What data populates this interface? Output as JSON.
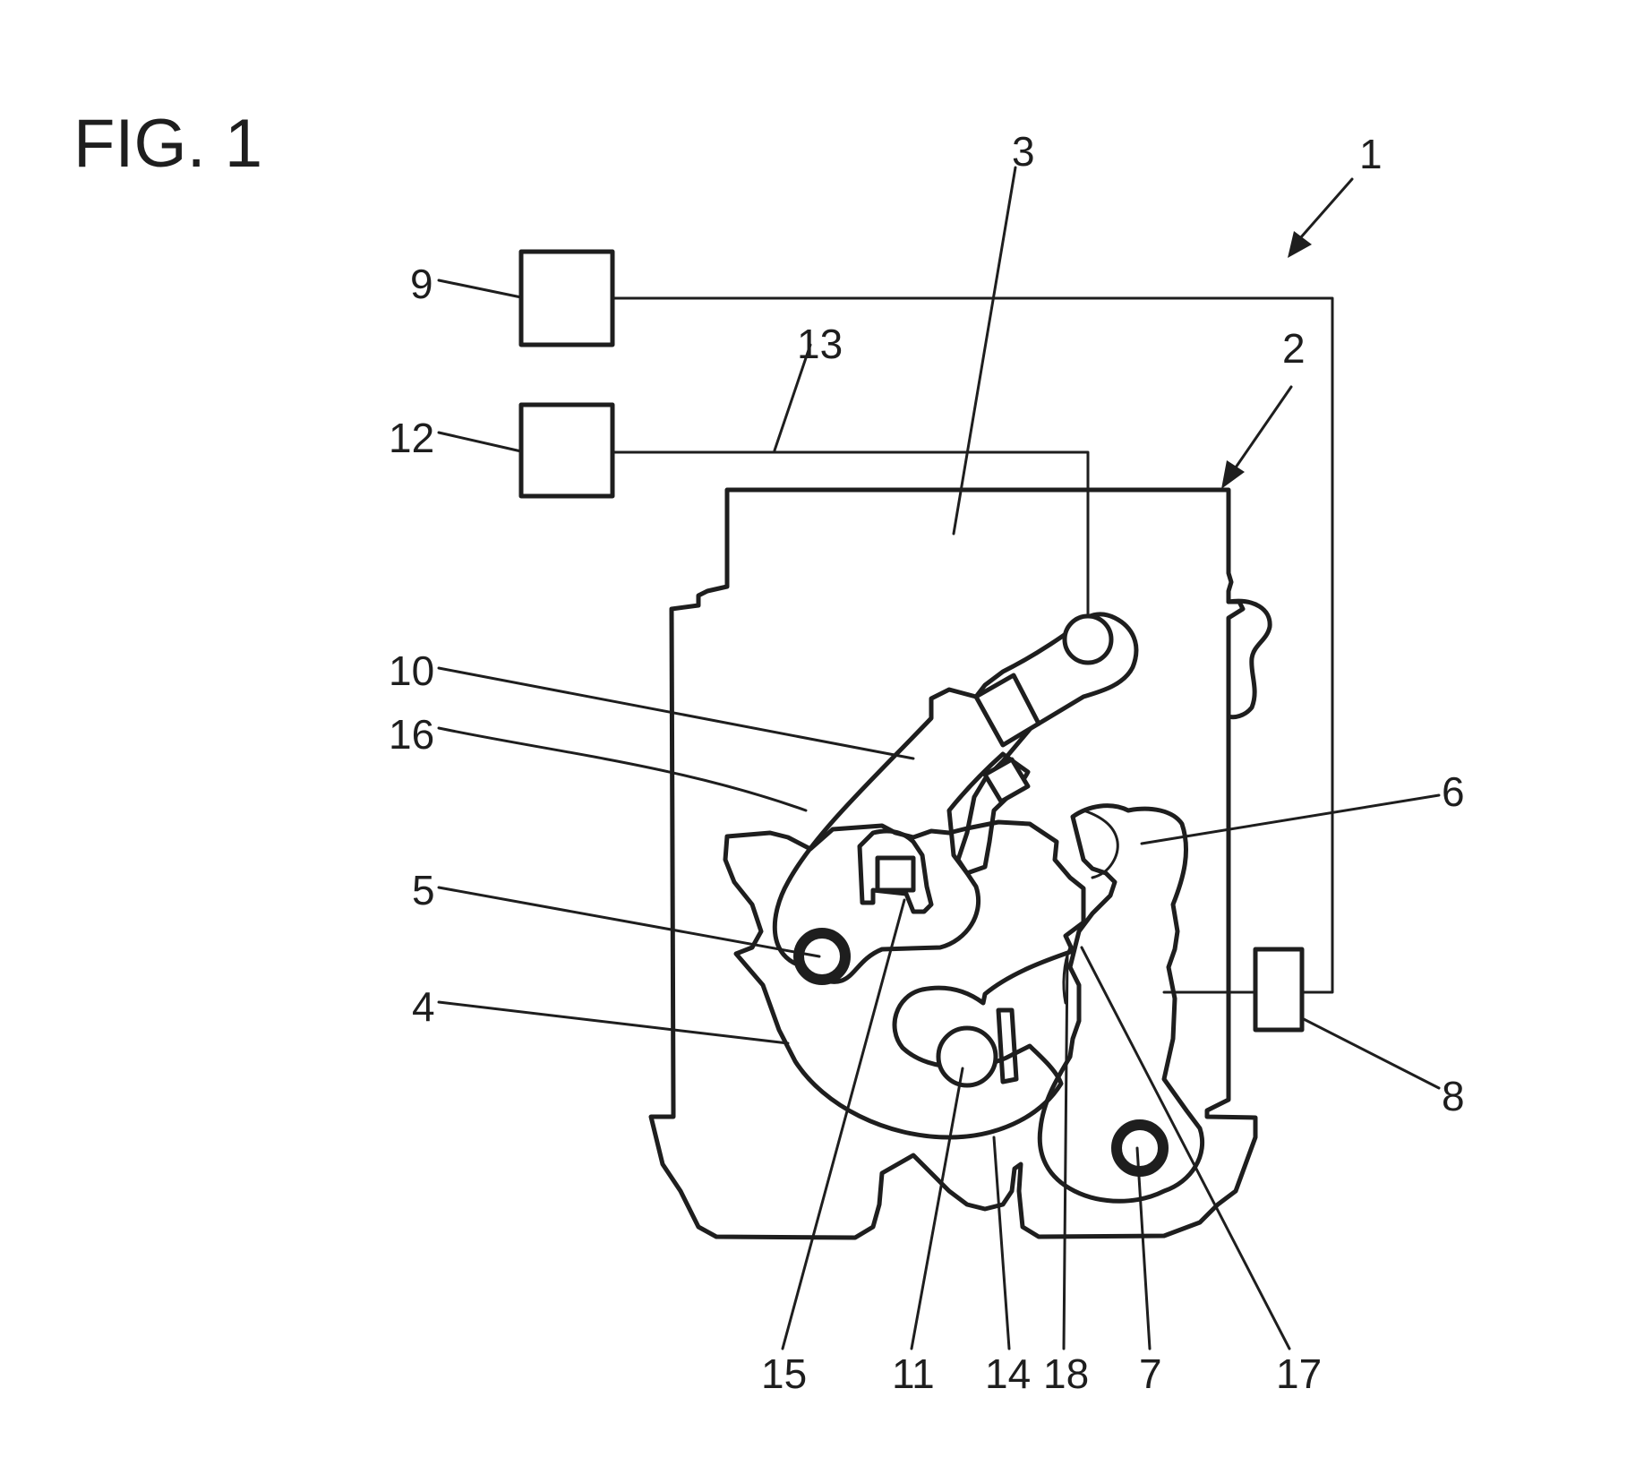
{
  "figure": {
    "title": "FIG. 1"
  },
  "reference_numerals": {
    "n1": "1",
    "n2": "2",
    "n3": "3",
    "n4": "4",
    "n5": "5",
    "n6": "6",
    "n7": "7",
    "n8": "8",
    "n9": "9",
    "n10": "10",
    "n11": "11",
    "n12": "12",
    "n13": "13",
    "n14": "14",
    "n15": "15",
    "n16": "16",
    "n17": "17",
    "n18": "18"
  },
  "colors": {
    "ink": "#1e1e1e",
    "background": "#ffffff"
  }
}
